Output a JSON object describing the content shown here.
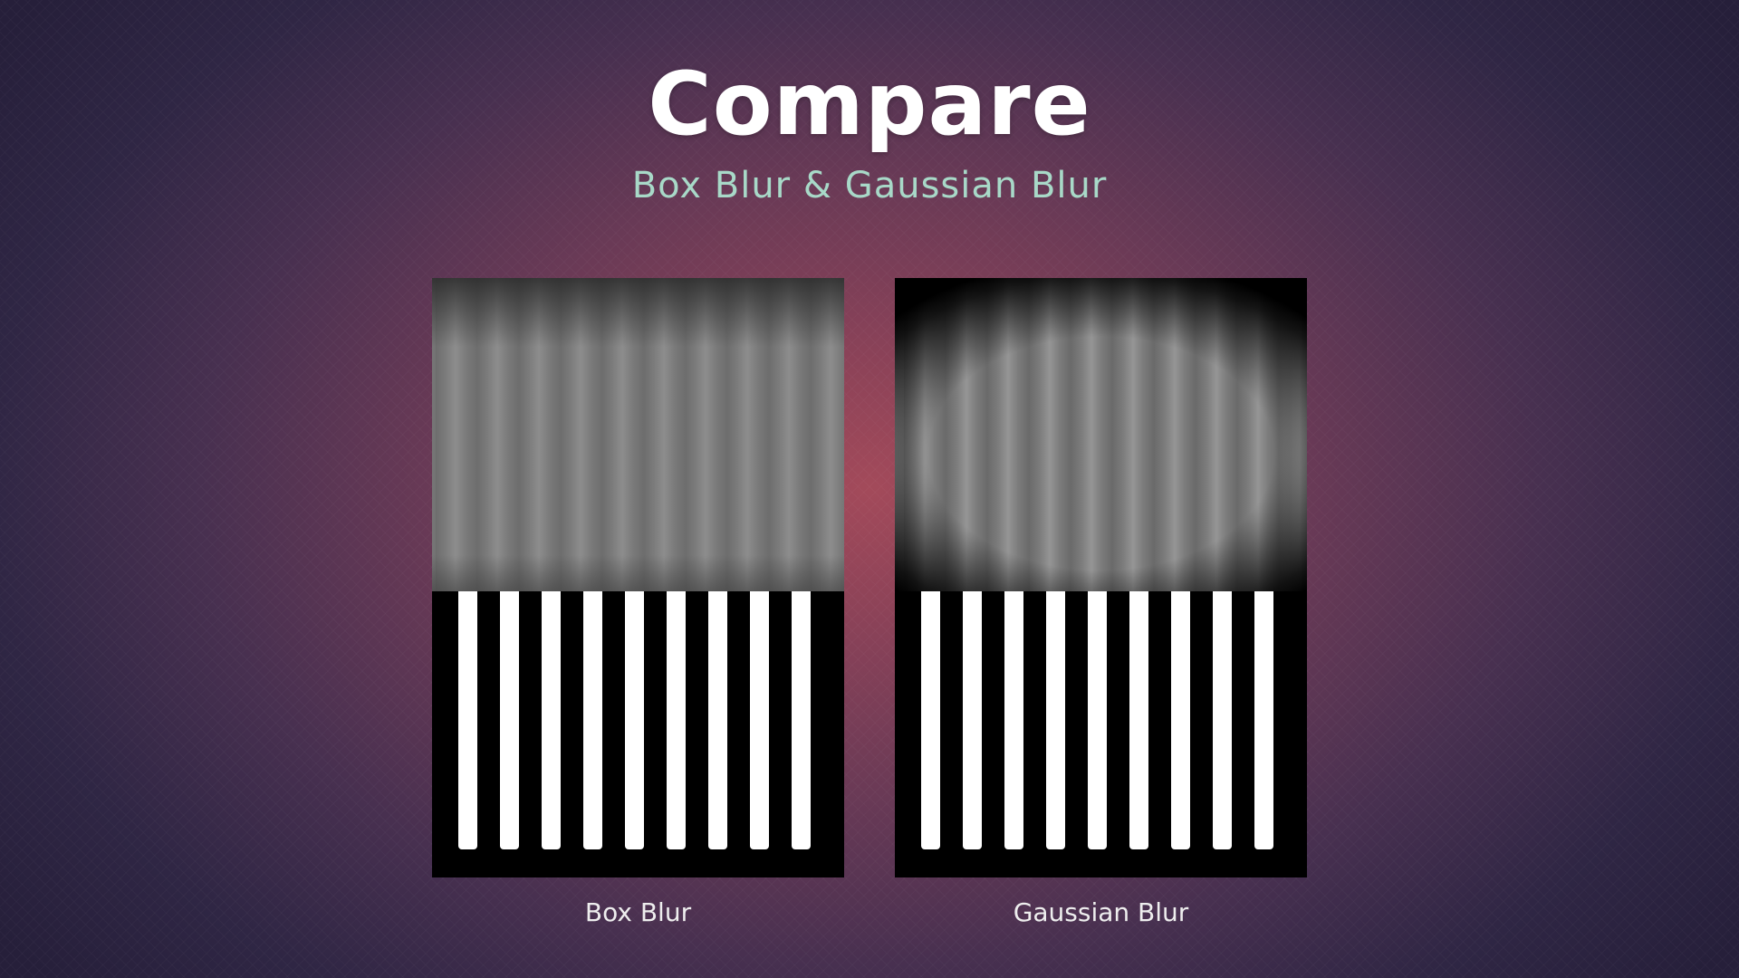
{
  "slide": {
    "title": "Compare",
    "subtitle": "Box Blur & Gaussian Blur"
  },
  "panels": [
    {
      "caption": "Box Blur",
      "stripe_count": 9
    },
    {
      "caption": "Gaussian Blur",
      "stripe_count": 9
    }
  ],
  "colors": {
    "subtitle": "#a8d9c8",
    "background_center": "#a34a5a",
    "background_edge": "#261f3a"
  }
}
